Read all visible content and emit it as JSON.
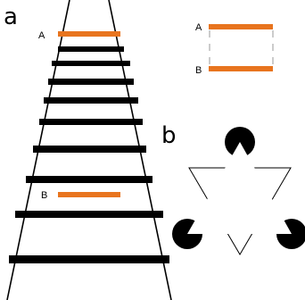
{
  "panels": {
    "a": {
      "letter": "a"
    },
    "b": {
      "letter": "b"
    }
  },
  "ponzo": {
    "label_a": "A",
    "label_b": "B",
    "bar_color": "#e8741e",
    "line_color": "#000000"
  },
  "reference": {
    "label_a": "A",
    "label_b": "B",
    "bar_color": "#e8741e",
    "guide_color": "#999999"
  },
  "kanizsa": {
    "pacman_color": "#000000",
    "outline_color": "#000000"
  }
}
